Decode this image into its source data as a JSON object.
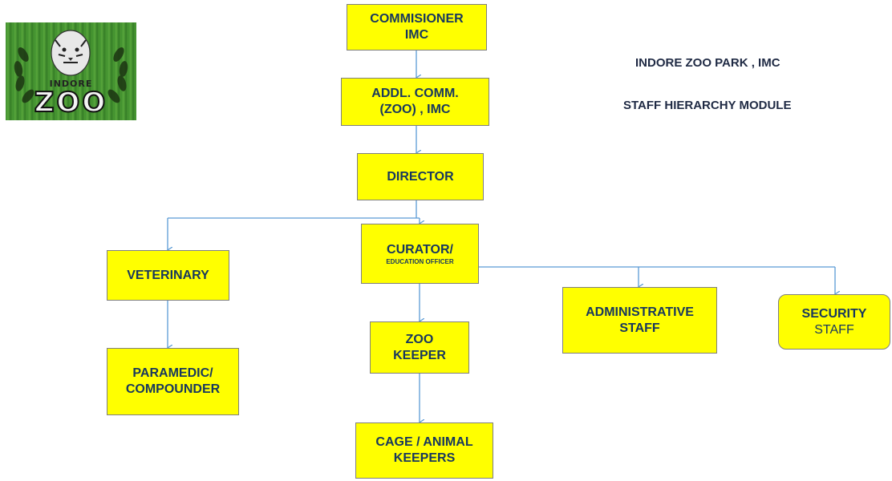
{
  "logo": {
    "top_text": "INDORE",
    "main_text": "ZOO"
  },
  "header": {
    "title": "INDORE ZOO PARK , IMC",
    "subtitle": "STAFF HIERARCHY MODULE"
  },
  "nodes": {
    "commissioner": {
      "line1": "COMMISIONER",
      "line2": "IMC"
    },
    "addl_comm": {
      "line1": "ADDL. COMM.",
      "line2": "(ZOO) , IMC"
    },
    "director": {
      "line1": "DIRECTOR"
    },
    "curator": {
      "line1": "CURATOR/",
      "line2": "EDUCATION OFFICER"
    },
    "veterinary": {
      "line1": "VETERINARY"
    },
    "paramedic": {
      "line1": "PARAMEDIC/",
      "line2": "COMPOUNDER"
    },
    "zoo_keeper": {
      "line1": "ZOO",
      "line2": "KEEPER"
    },
    "cage_keepers": {
      "line1": "CAGE / ANIMAL",
      "line2": "KEEPERS"
    },
    "administrative": {
      "line1": "ADMINISTRATIVE",
      "line2": "STAFF"
    },
    "security": {
      "line1": "SECURITY",
      "line2": "STAFF"
    }
  },
  "colors": {
    "box_fill": "#ffff00",
    "box_border": "#7f7f7f",
    "box_text": "#17375e",
    "connector": "#5b9bd5"
  }
}
